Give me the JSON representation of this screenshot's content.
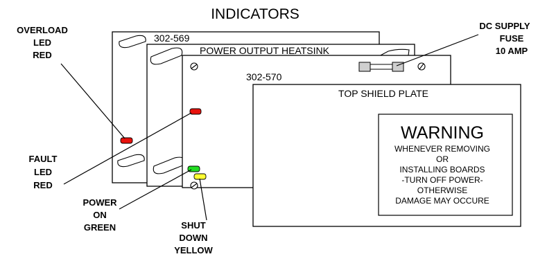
{
  "title": "INDICATORS",
  "panels": {
    "back": {
      "part_no": "302-569",
      "heading": "POWER OUTPUT HEATSINK"
    },
    "middle": {
      "part_no": "302-570"
    },
    "front": {
      "heading": "TOP SHIELD PLATE"
    }
  },
  "warning": {
    "heading": "WARNING",
    "lines": [
      "WHENEVER REMOVING",
      "OR",
      "INSTALLING BOARDS",
      "-TURN OFF POWER-",
      "OTHERWISE",
      "DAMAGE MAY OCCURE"
    ]
  },
  "callouts": {
    "overload": [
      "OVERLOAD",
      "LED",
      "RED"
    ],
    "fault": [
      "FAULT",
      "LED",
      "RED"
    ],
    "power_on": [
      "POWER",
      "ON",
      "GREEN"
    ],
    "shut_down": [
      "SHUT",
      "DOWN",
      "YELLOW"
    ],
    "fuse": [
      "DC SUPPLY",
      "FUSE",
      "10 AMP"
    ]
  },
  "colors": {
    "led_red": "#e8120c",
    "led_green": "#22dd22",
    "led_yellow": "#ffff33",
    "fuse_body": "#cfcfcf",
    "outline": "#000000"
  }
}
